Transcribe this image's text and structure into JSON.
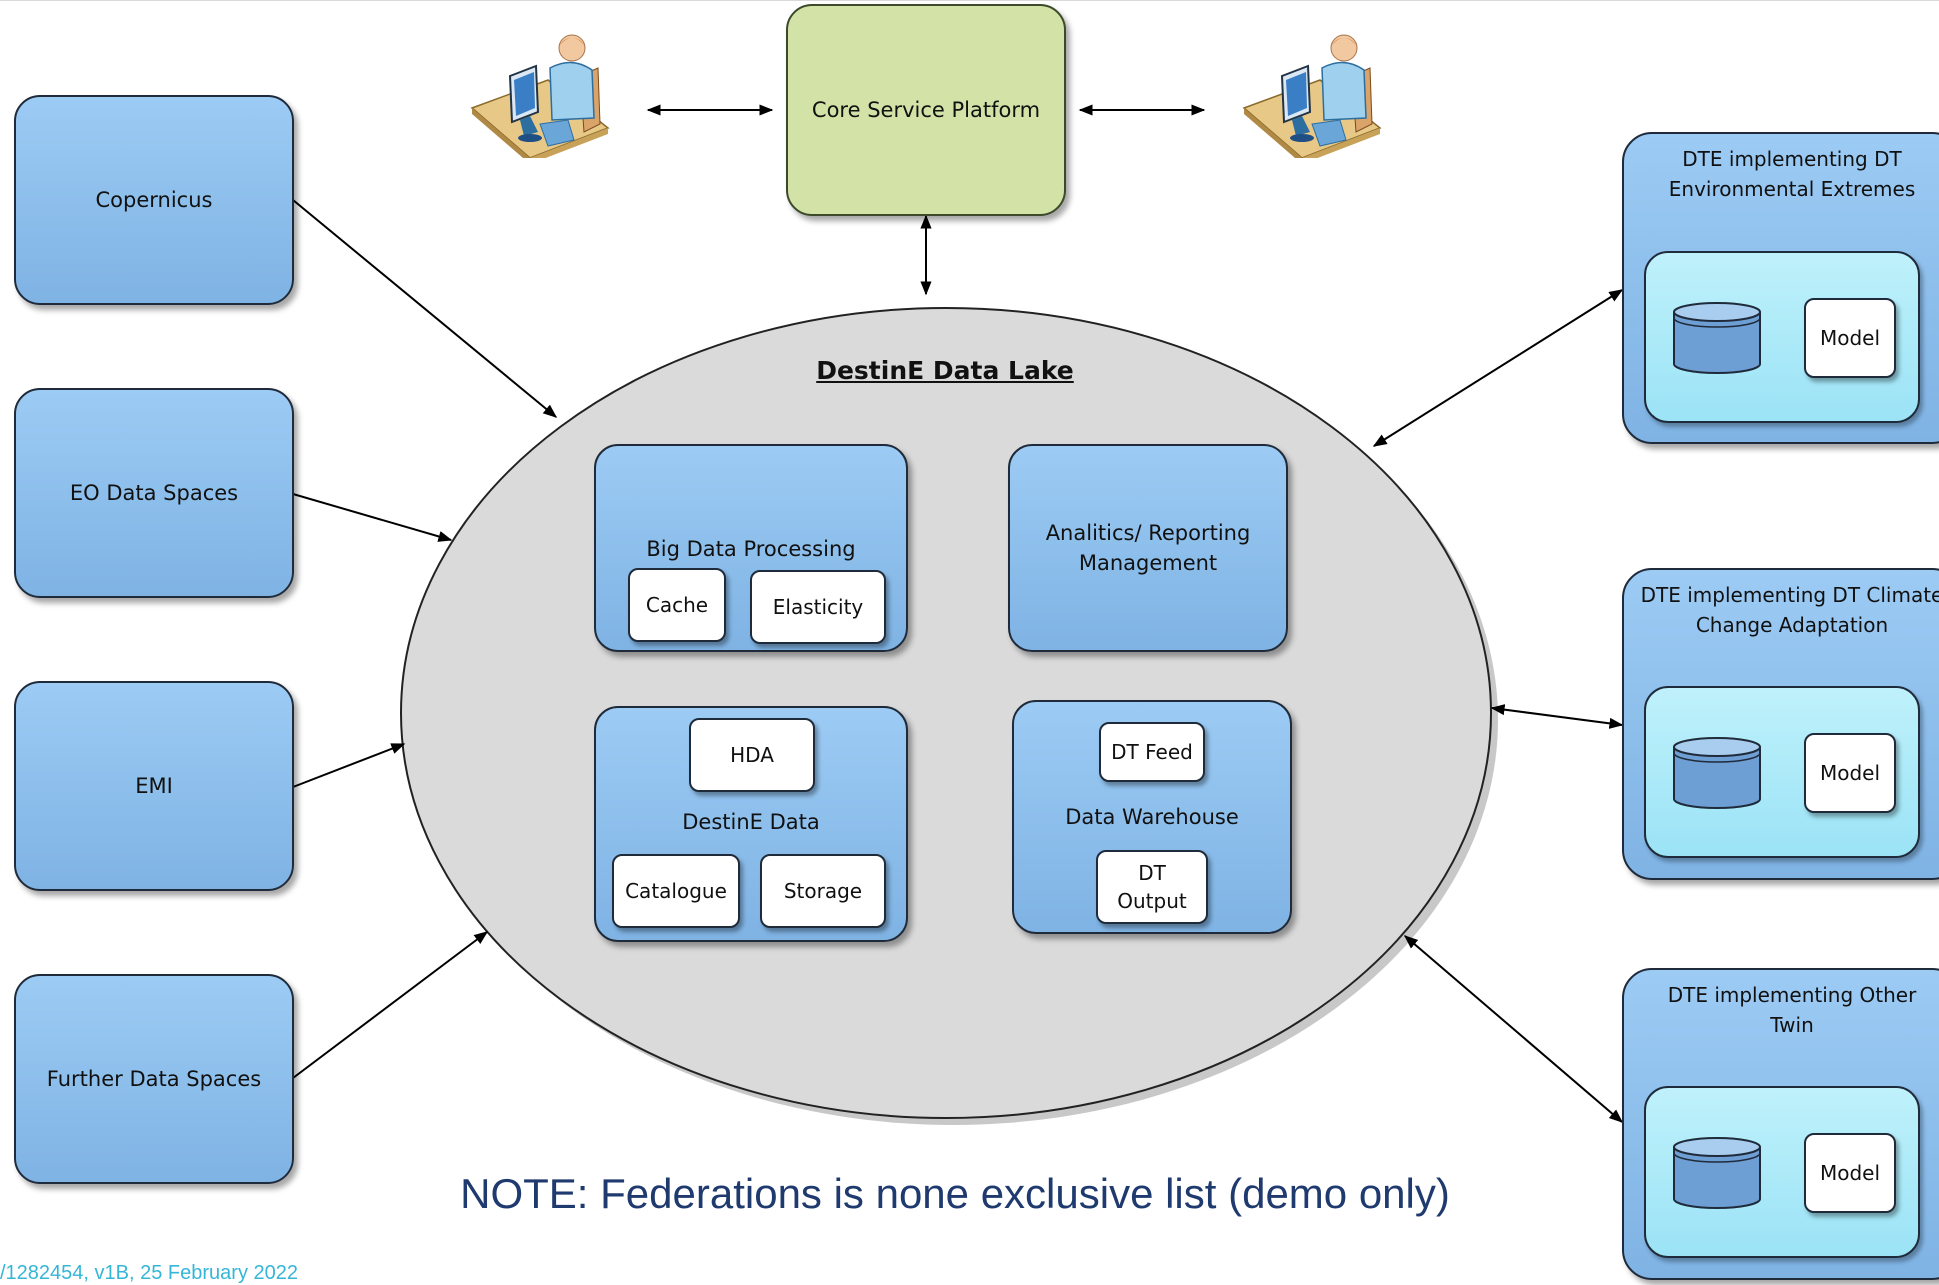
{
  "sources": {
    "copernicus": "Copernicus",
    "eo_data_spaces": "EO Data Spaces",
    "emi": "EMI",
    "further_data_spaces": "Further Data Spaces"
  },
  "core_service_platform": "Core Service Platform",
  "data_lake": {
    "title": "DestinE Data Lake",
    "big_data_processing": {
      "title": "Big Data Processing",
      "cache": "Cache",
      "elasticity": "Elasticity"
    },
    "analytics": {
      "line1": "Analitics/ Reporting",
      "line2": "Management"
    },
    "destine_data": {
      "hda": "HDA",
      "title": "DestinE Data",
      "catalogue": "Catalogue",
      "storage": "Storage"
    },
    "data_warehouse": {
      "dt_feed": "DT Feed",
      "title": "Data Warehouse",
      "dt_output_line1": "DT",
      "dt_output_line2": "Output"
    }
  },
  "dte": [
    {
      "line1": "DTE implementing DT",
      "line2": "Environmental Extremes",
      "model": "Model"
    },
    {
      "line1": "DTE implementing DT Climate",
      "line2": "Change Adaptation",
      "model": "Model"
    },
    {
      "line1": "DTE implementing Other",
      "line2": "Twin",
      "model": "Model"
    }
  ],
  "note": "NOTE: Federations is none exclusive list (demo only)",
  "footer": "/1282454, v1B, 25 February 2022",
  "colors": {
    "box_blue": "#8fc2ee",
    "core_green": "#d3e3a8",
    "lake_grey": "#dadada",
    "inner_cyan": "#aeeaf8",
    "note_text": "#1f3a6e",
    "footer_text": "#35b6d6"
  },
  "icons": [
    "user-at-computer-icon",
    "database-icon"
  ]
}
